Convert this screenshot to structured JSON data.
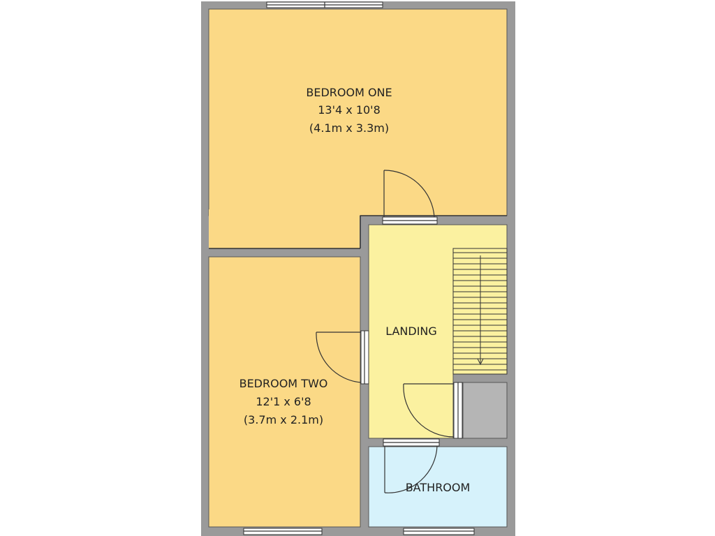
{
  "colors": {
    "wall": "#9a9a9a",
    "bedroom": "#fbd986",
    "landing": "#fbf1a0",
    "bathroom": "#d6f2fb",
    "cupboard": "#b5b5b5",
    "text": "#222222"
  },
  "rooms": {
    "bedroom_one": {
      "name": "BEDROOM ONE",
      "imperial": "13'4 x 10'8",
      "metric": "(4.1m x 3.3m)"
    },
    "bedroom_two": {
      "name": "BEDROOM TWO",
      "imperial": "12'1 x 6'8",
      "metric": "(3.7m x 2.1m)"
    },
    "landing": {
      "name": "LANDING"
    },
    "bathroom": {
      "name": "BATHROOM"
    },
    "cupboard": {
      "name": ""
    }
  },
  "icons": {
    "door": "door-swing-icon",
    "window": "window-icon",
    "stairs": "stairs-icon"
  }
}
